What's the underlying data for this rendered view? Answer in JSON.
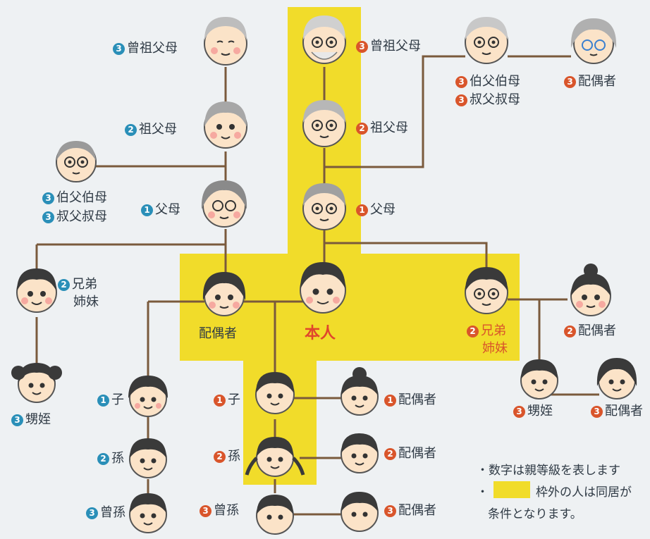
{
  "colors": {
    "highlight": "#f1dc2a",
    "line": "#7a5a3c",
    "badge_blue": "#2a8fb8",
    "badge_red": "#d9552b",
    "self_text": "#e0462c",
    "skin": "#fbe3c8"
  },
  "labels": {
    "self": "本人",
    "spouse": "配偶者",
    "left_great_grandparents": {
      "degree": "3",
      "text": "曾祖父母"
    },
    "left_grandparents": {
      "degree": "2",
      "text": "祖父母"
    },
    "left_uncle_aunt": {
      "degree": "3",
      "line1": "伯父伯母",
      "degree2": "3",
      "line2": "叔父叔母"
    },
    "left_parents": {
      "degree": "1",
      "text": "父母"
    },
    "left_siblings": {
      "degree": "2",
      "line1": "兄弟",
      "line2": "姉妹"
    },
    "left_nephew_niece": {
      "degree": "3",
      "text": "甥姪"
    },
    "left_child": {
      "degree": "1",
      "text": "子"
    },
    "left_grandchild": {
      "degree": "2",
      "text": "孫"
    },
    "left_great_grandchild": {
      "degree": "3",
      "text": "曾孫"
    },
    "right_great_grandparents": {
      "degree": "3",
      "text": "曾祖父母"
    },
    "right_grandparents": {
      "degree": "2",
      "text": "祖父母"
    },
    "right_parents": {
      "degree": "1",
      "text": "父母"
    },
    "right_uncle_aunt": {
      "degree": "3",
      "line1": "伯父伯母",
      "degree2": "3",
      "line2": "叔父叔母"
    },
    "right_uncle_aunt_spouse": {
      "degree": "3",
      "text": "配偶者"
    },
    "right_siblings": {
      "degree": "2",
      "line1": "兄弟",
      "line2": "姉妹"
    },
    "right_siblings_spouse": {
      "degree": "2",
      "text": "配偶者"
    },
    "right_nephew_niece": {
      "degree": "3",
      "text": "甥姪"
    },
    "right_nephew_niece_spouse": {
      "degree": "3",
      "text": "配偶者"
    },
    "child": {
      "degree": "1",
      "text": "子"
    },
    "child_spouse": {
      "degree": "1",
      "text": "配偶者"
    },
    "grandchild": {
      "degree": "2",
      "text": "孫"
    },
    "grandchild_spouse": {
      "degree": "2",
      "text": "配偶者"
    },
    "great_grandchild": {
      "degree": "3",
      "text": "曾孫"
    },
    "great_grandchild_spouse": {
      "degree": "3",
      "text": "配偶者"
    }
  },
  "notes": {
    "line1": "・数字は親等級を表します",
    "line2_bullet": "・",
    "line2": "枠外の人は同居が",
    "line3": "条件となります。"
  }
}
